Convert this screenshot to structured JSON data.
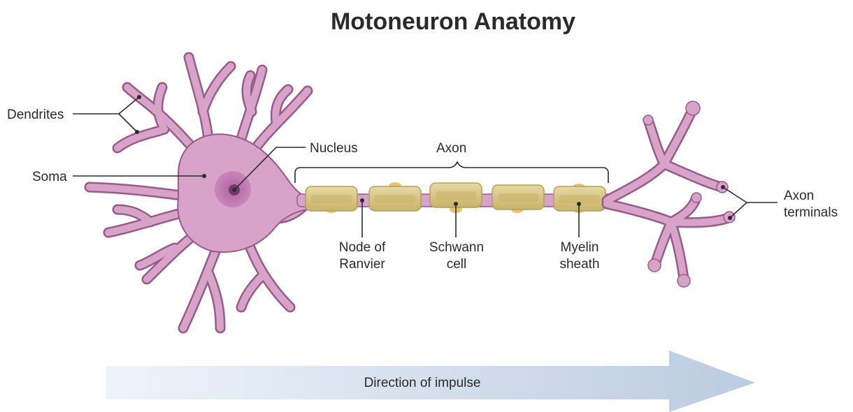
{
  "title": "Motoneuron Anatomy",
  "labels": {
    "dendrites": "Dendrites",
    "soma": "Soma",
    "nucleus": "Nucleus",
    "axon": "Axon",
    "node_line1": "Node of",
    "node_line2": "Ranvier",
    "schwann_line1": "Schwann",
    "schwann_line2": "cell",
    "myelin_line1": "Myelin",
    "myelin_line2": "sheath",
    "terminals_line1": "Axon",
    "terminals_line2": "terminals"
  },
  "arrow": {
    "label": "Direction of impulse"
  },
  "colors": {
    "neuron_fill": "#d7a3c8",
    "neuron_stroke": "#9a5a8a",
    "nucleus_outer": "#bc78ad",
    "nucleus_inner": "#6f3a6a",
    "myelin_fill": "#d9c98f",
    "myelin_stroke": "#b59f57",
    "arrow_start": "#eef4fb",
    "arrow_end": "#bccbe0"
  }
}
